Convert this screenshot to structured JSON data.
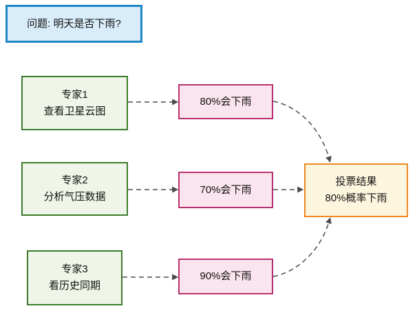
{
  "diagram": {
    "question": {
      "label": "问题: 明天是否下雨?"
    },
    "experts": [
      {
        "name": "专家1",
        "method": "查看卫星云图",
        "prediction": "80%会下雨"
      },
      {
        "name": "专家2",
        "method": "分析气压数据",
        "prediction": "70%会下雨"
      },
      {
        "name": "专家3",
        "method": "看历史同期",
        "prediction": "90%会下雨"
      }
    ],
    "result": {
      "title": "投票结果",
      "value": "80%概率下雨"
    }
  },
  "colors": {
    "question-border": "#1e86c7",
    "question-fill": "#d9ecf9",
    "expert-border": "#3b7b2a",
    "expert-fill": "#eff5e8",
    "prediction-border": "#b8306f",
    "prediction-fill": "#fae4ee",
    "result-border": "#ee8822",
    "result-fill": "#fdf6de",
    "edge": "#4a4a4a",
    "text": "#111111"
  }
}
